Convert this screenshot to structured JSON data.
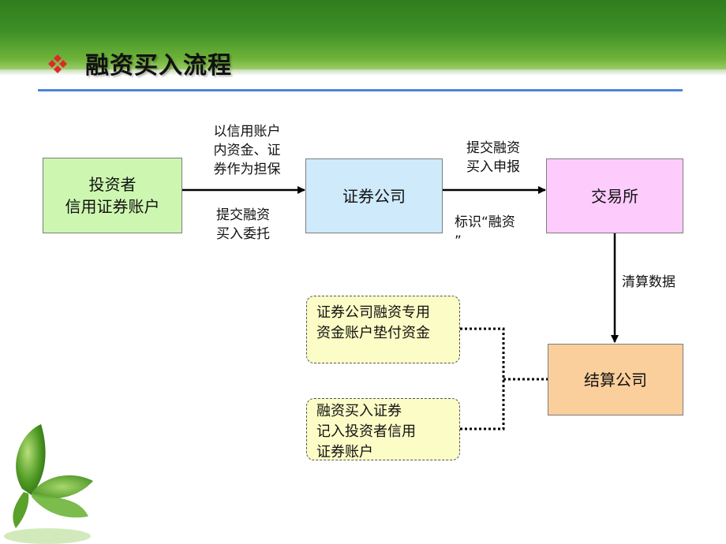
{
  "title": "融资买入流程",
  "boxes": {
    "investor_line1": "投资者",
    "investor_line2": "信用证券账户",
    "broker": "证券公司",
    "exchange": "交易所",
    "clearing": "结算公司"
  },
  "labels": {
    "collateral_1": "以信用账户",
    "collateral_2": "内资金、证",
    "collateral_3": "券作为担保",
    "entrust_1": "提交融资",
    "entrust_2": "买入委托",
    "submit_1": "提交融资",
    "submit_2": "买入申报",
    "mark_1": "标识“融资",
    "mark_2": "”",
    "clearing_data": "清算数据"
  },
  "notes": {
    "advance_1": "证券公司融资专用",
    "advance_2": "资金账户垫付资金",
    "record_1": "融资买入证券",
    "record_2": "记入投资者信用",
    "record_3": "证券账户"
  },
  "colors": {
    "banner": "#3d8f26",
    "rule": "#4a86d8",
    "investor_fill": "#cdf7b0",
    "broker_fill": "#cfeafa",
    "exchange_fill": "#fdccfd",
    "clearing_fill": "#fbcf9c",
    "note_fill": "#fbfcc6"
  }
}
